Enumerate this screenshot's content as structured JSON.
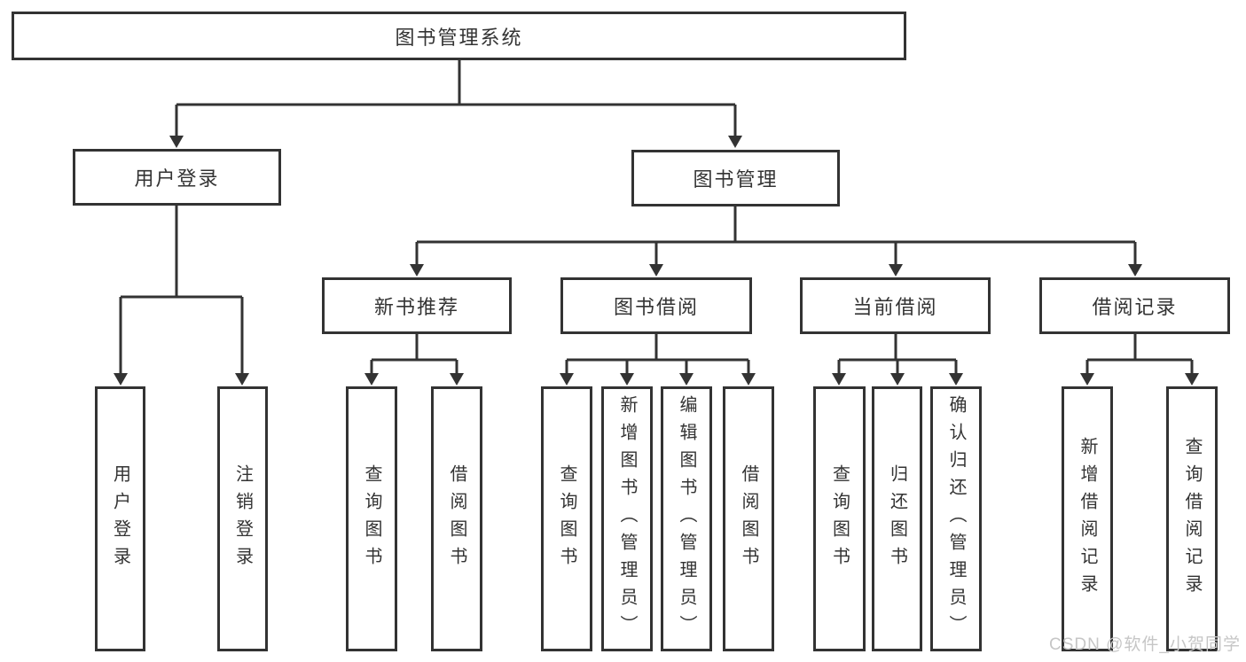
{
  "nodes": {
    "root": "图书管理系统",
    "login": {
      "label": "用户登录",
      "children": [
        "用户登录",
        "注销登录"
      ]
    },
    "mgmt": {
      "label": "图书管理",
      "sections": {
        "recommend": {
          "label": "新书推荐",
          "children": [
            "查询图书",
            "借阅图书"
          ]
        },
        "borrow": {
          "label": "图书借阅",
          "children": [
            "查询图书",
            "新增图书（管理员）",
            "编辑图书（管理员）",
            "借阅图书"
          ]
        },
        "current": {
          "label": "当前借阅",
          "children": [
            "查询图书",
            "归还图书",
            "确认归还（管理员）"
          ]
        },
        "records": {
          "label": "借阅记录",
          "children": [
            "新增借阅记录",
            "查询借阅记录"
          ]
        }
      }
    }
  },
  "watermark": "CSDN @软件_小贺同学",
  "colors": {
    "line": "#333333",
    "text": "#333333",
    "watermark": "#c6c6c6",
    "background": "#ffffff"
  }
}
